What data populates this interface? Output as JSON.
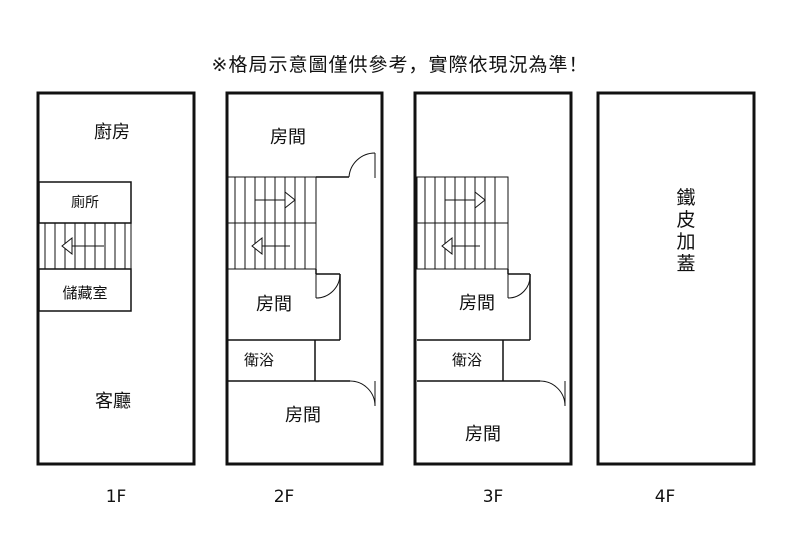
{
  "caption": "※格局示意圖僅供參考，實際依現況為準！",
  "floors": [
    {
      "label": "1F",
      "rooms": [
        "廚房",
        "廁所",
        "儲藏室",
        "客廳"
      ]
    },
    {
      "label": "2F",
      "rooms": [
        "房間",
        "房間",
        "衛浴",
        "房間"
      ]
    },
    {
      "label": "3F",
      "rooms": [
        "房間",
        "房間",
        "衛浴",
        "房間"
      ]
    },
    {
      "label": "4F",
      "rooms": [
        "鐵",
        "皮",
        "加",
        "蓋"
      ]
    }
  ],
  "colors": {
    "line": "#111111",
    "background": "#ffffff"
  }
}
